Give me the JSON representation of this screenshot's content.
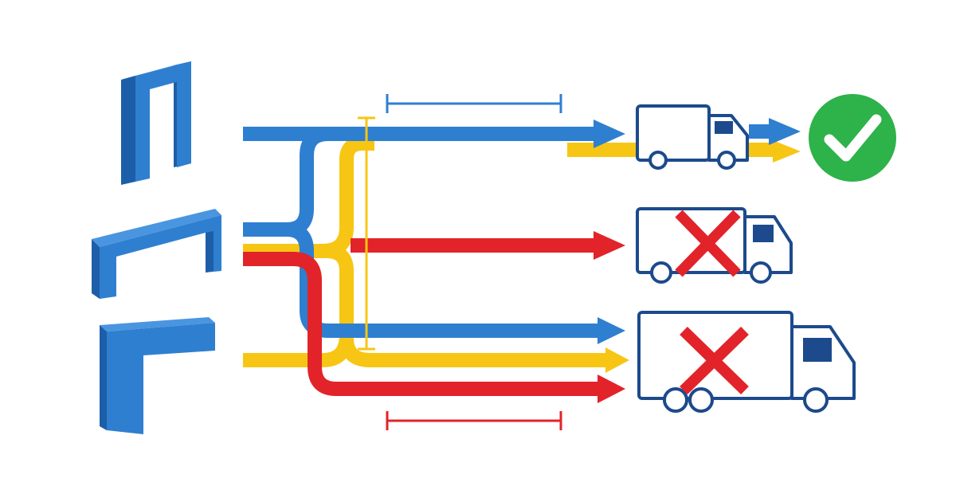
{
  "colors": {
    "blue": "#2f7fd0",
    "blue_dark": "#1d5ea8",
    "blue_light": "#4a95e0",
    "yellow": "#f7c614",
    "red": "#e2232a",
    "green": "#2eb24a",
    "truck_outline": "#1c4a8c",
    "background": "#ffffff"
  },
  "icons": {
    "profiles": [
      "n-shaped-profile-icon",
      "c-shaped-profile-icon",
      "l-shaped-profile-icon"
    ],
    "trucks": [
      "small-truck-icon",
      "medium-truck-icon",
      "large-truck-icon"
    ],
    "marks": [
      "check-mark-icon",
      "cross-mark-icon"
    ]
  },
  "routes": [
    {
      "truck": "small-truck",
      "result": "check"
    },
    {
      "truck": "medium-truck",
      "result": "cross"
    },
    {
      "truck": "large-truck",
      "result": "cross"
    }
  ]
}
